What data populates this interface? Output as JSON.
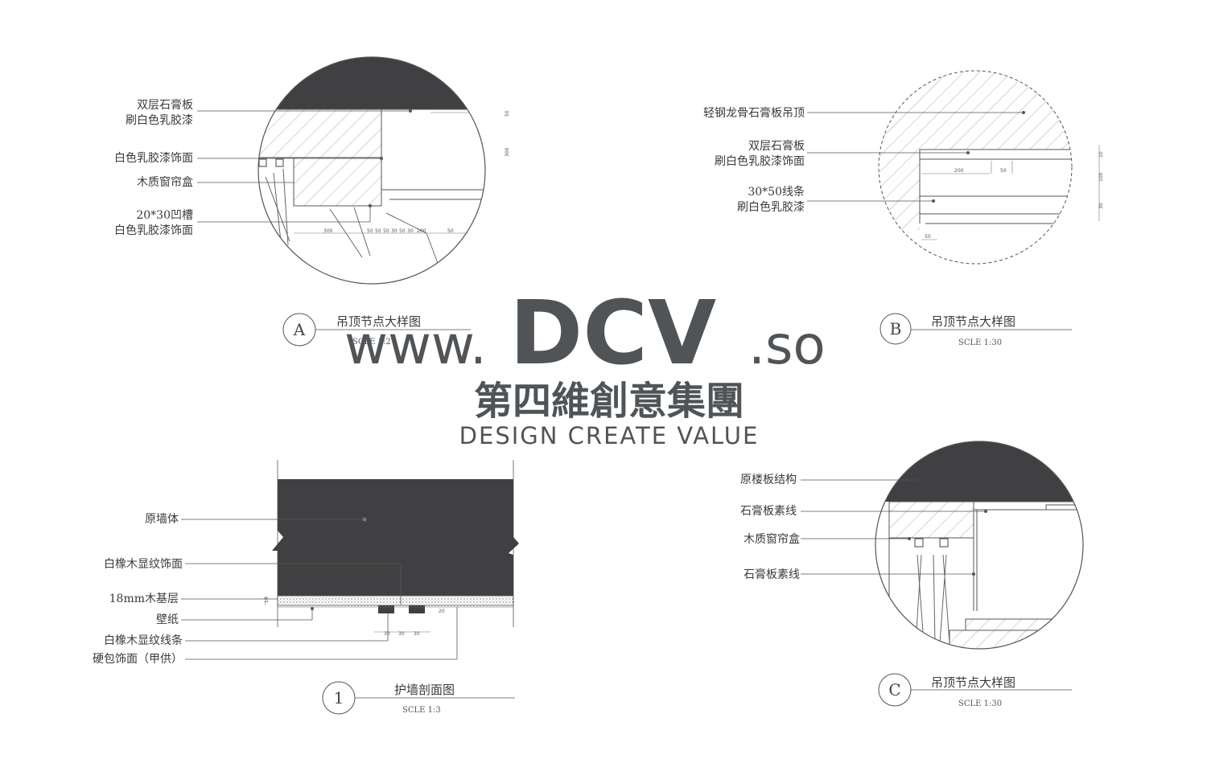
{
  "detail_a": {
    "labels": [
      "双层石膏板",
      "刷白色乳胶漆",
      "白色乳胶漆饰面",
      "木质窗帘盒",
      "20*30凹槽",
      "白色乳胶漆饰面"
    ],
    "badge": "A",
    "title": "吊顶节点大样图",
    "scale": "SCLE  1:2",
    "dims": [
      "300",
      "50",
      "50",
      "50",
      "300",
      "50",
      "30",
      "50",
      "30",
      "200",
      "50"
    ]
  },
  "detail_b": {
    "labels": [
      "轻钢龙骨石膏板吊顶",
      "双层石膏板",
      "刷白色乳胶漆饰面",
      "30*50线条",
      "刷白色乳胶漆"
    ],
    "badge": "B",
    "title": "吊顶节点大样图",
    "scale": "SCLE   1:30",
    "dims": [
      "200",
      "50",
      "10",
      "100",
      "30",
      "50"
    ]
  },
  "detail_1": {
    "labels": [
      "原墙体",
      "白橡木显纹饰面",
      "18mm木基层",
      "壁纸",
      "白橡木显纹线条",
      "硬包饰面（甲供）"
    ],
    "badge": "1",
    "title": "护墙剖面图",
    "scale": "SCLE   1:3",
    "dims": [
      "30",
      "30",
      "30",
      "18",
      "20"
    ]
  },
  "detail_c": {
    "labels": [
      "原楼板结构",
      "石膏板素线",
      "木质窗帘盒",
      "石膏板素线"
    ],
    "badge": "C",
    "title": "吊顶节点大样图",
    "scale": "SCLE   1:30"
  },
  "watermark": {
    "www": "www.",
    "brand": "DCV",
    "tld": ".so",
    "cn_name": "第四維創意集團",
    "slogan": "DESIGN CREATE VALUE"
  },
  "colors": {
    "fill_dark": "#404042",
    "line": "#555555",
    "watermark": "#505457"
  }
}
